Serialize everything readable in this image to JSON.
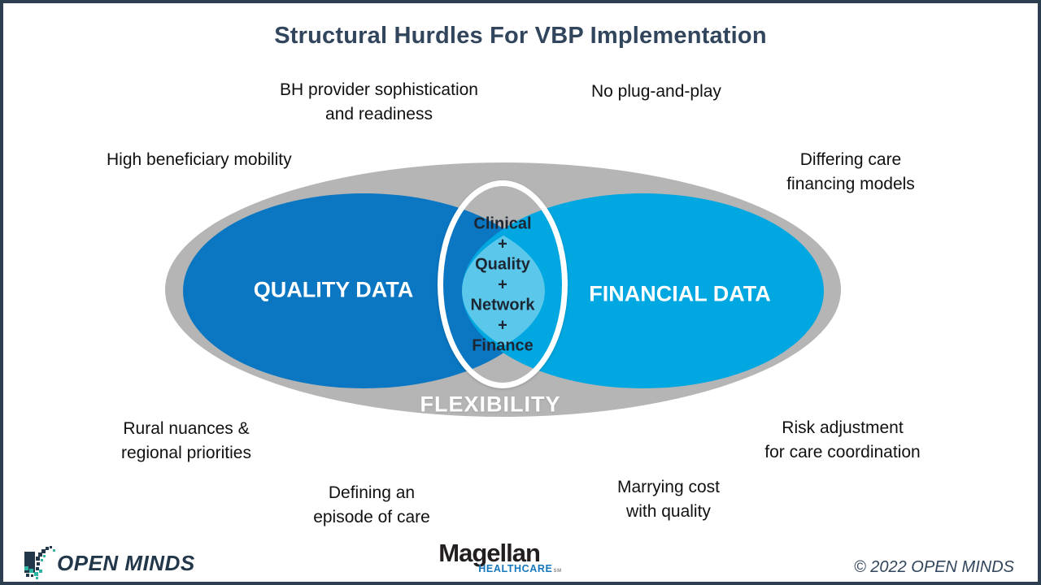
{
  "slide": {
    "title": "Structural Hurdles For VBP Implementation",
    "copyright": "© 2022 OPEN MINDS"
  },
  "venn": {
    "flexibility_label": "FLEXIBILITY",
    "quality_label": "QUALITY DATA",
    "financial_label": "FINANCIAL DATA",
    "center_items": [
      "Clinical",
      "+",
      "Quality",
      "+",
      "Network",
      "+",
      "Finance"
    ]
  },
  "hurdles": [
    {
      "id": "bh-provider-sophistication",
      "lines": [
        "BH provider sophistication",
        "and readiness"
      ]
    },
    {
      "id": "no-plug-and-play",
      "lines": [
        "No plug-and-play"
      ]
    },
    {
      "id": "high-beneficiary-mobility",
      "lines": [
        "High beneficiary mobility"
      ]
    },
    {
      "id": "differing-care-financing",
      "lines": [
        "Differing care",
        "financing models"
      ]
    },
    {
      "id": "rural-nuances",
      "lines": [
        "Rural nuances &",
        "regional priorities"
      ]
    },
    {
      "id": "defining-episode",
      "lines": [
        "Defining an",
        "episode of care"
      ]
    },
    {
      "id": "marrying-cost-quality",
      "lines": [
        "Marrying cost",
        "with quality"
      ]
    },
    {
      "id": "risk-adjustment",
      "lines": [
        "Risk adjustment",
        "for care coordination"
      ]
    }
  ],
  "footer": {
    "open_minds": "OPEN MINDS",
    "magellan": "Magellan",
    "magellan_sub": "HEALTHCARE",
    "magellan_mark": "SM"
  },
  "icons": {
    "open_minds_logo": "pixel-mosaic-squares"
  },
  "colors": {
    "frame_border": "#2c3e50",
    "title_text": "#31455c",
    "outer_ellipse_gray": "#b5b5b5",
    "quality_ellipse_blue": "#0b77c2",
    "financial_ellipse_blue": "#00a7e1",
    "overlap_blue": "#5bc7ea",
    "ring_white": "#ffffff",
    "magellan_blue": "#1577bd",
    "open_minds_navy": "#22374a",
    "open_minds_teal": "#2fb5a3"
  }
}
